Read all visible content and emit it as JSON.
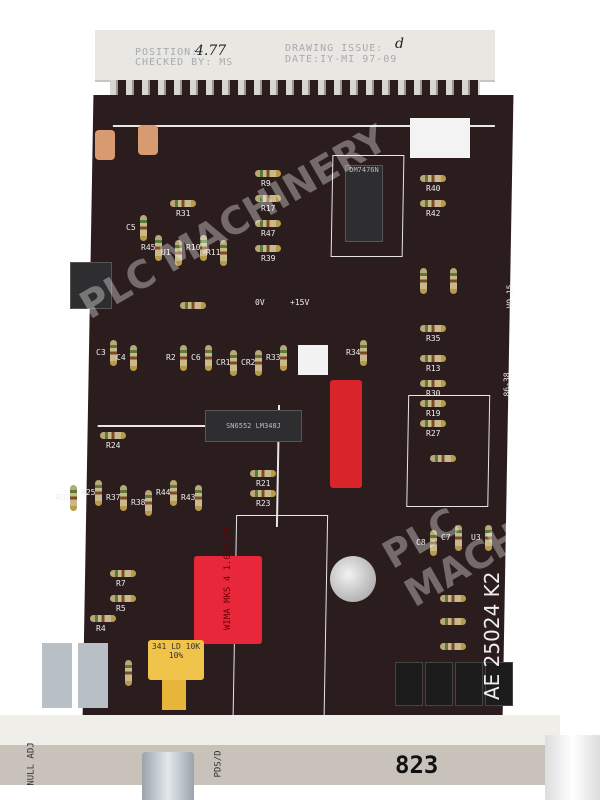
{
  "connector_label": {
    "position_label": "POSITION:",
    "position_value": "4.77",
    "checked_label": "CHECKED BY: MS",
    "drawing_issue_label": "DRAWING ISSUE:",
    "drawing_issue_value": "d",
    "date_label": "DATE:IY-MI 97-09"
  },
  "board": {
    "code": "AE 25024 K2",
    "ic_u3": "SN6552 LM348J",
    "ic_u1": "DM7476N",
    "capacitor_wima": "WIMA MKS 4 1.0µF 63",
    "pot": "341 LD 10K 10%",
    "voltage_labels": [
      "0V",
      "+15V"
    ],
    "cert_mark": "VO 15",
    "date_mark": "86-38",
    "component_labels": [
      "R31",
      "R9",
      "R17",
      "R47",
      "R39",
      "R40",
      "R42",
      "R45",
      "U1",
      "R10",
      "R11",
      "C5",
      "C3",
      "C4",
      "R2",
      "C6",
      "CR1",
      "CR2",
      "R33",
      "R34",
      "R35",
      "R13",
      "R30",
      "R19",
      "R27",
      "R24",
      "R21",
      "R23",
      "R32",
      "R25",
      "R37",
      "R38",
      "R44",
      "R43",
      "R7",
      "R5",
      "R4",
      "C8",
      "C7",
      "U3"
    ]
  },
  "front_panel": {
    "left_text": "NULL ADJ",
    "mid_text": "PDS/D",
    "right_text": "823"
  },
  "watermark": "PLC MACHINERY"
}
